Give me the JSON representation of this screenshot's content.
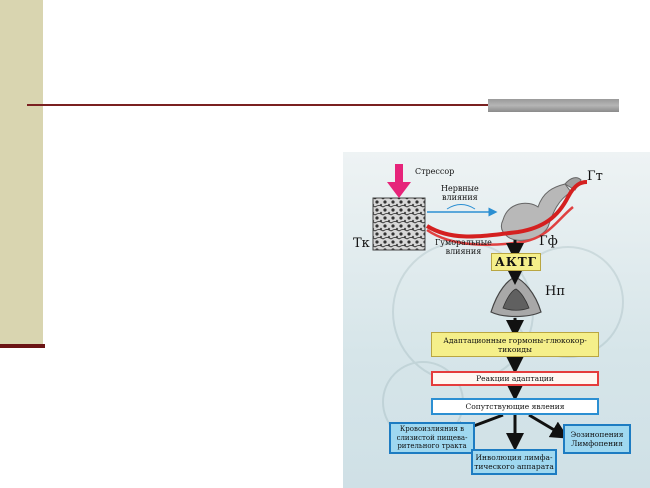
{
  "diagram": {
    "stressor": "Стрессор",
    "nerve": "Нервные\nвлияния",
    "humoral": "Гуморальные\nвлияния",
    "tk": "Тк",
    "gt": "Гт",
    "gf": "Гф",
    "np": "Нп",
    "actg": "АКТГ",
    "adaptive_hormones": "Адаптационные гормоны-глюкокор-\nтикоиды",
    "adaptation_reactions": "Реакции адаптации",
    "accompanying": "Сопутствующие явления",
    "hemorrhages": "Кровоизлияния в\nслизистой пищева-\nрительного тракта",
    "involution": "Инволюция лимфа-\nтического аппарата",
    "eosinopenia": "Эозинопения\nЛимфопения"
  },
  "colors": {
    "sidebar": "#d9d5b0",
    "rule": "#7a2020",
    "yellow_box": "#f5ef8a",
    "red_border": "#e43c3c",
    "blue_border": "#2b8fd2",
    "cyan_box": "#9fd8f0"
  }
}
